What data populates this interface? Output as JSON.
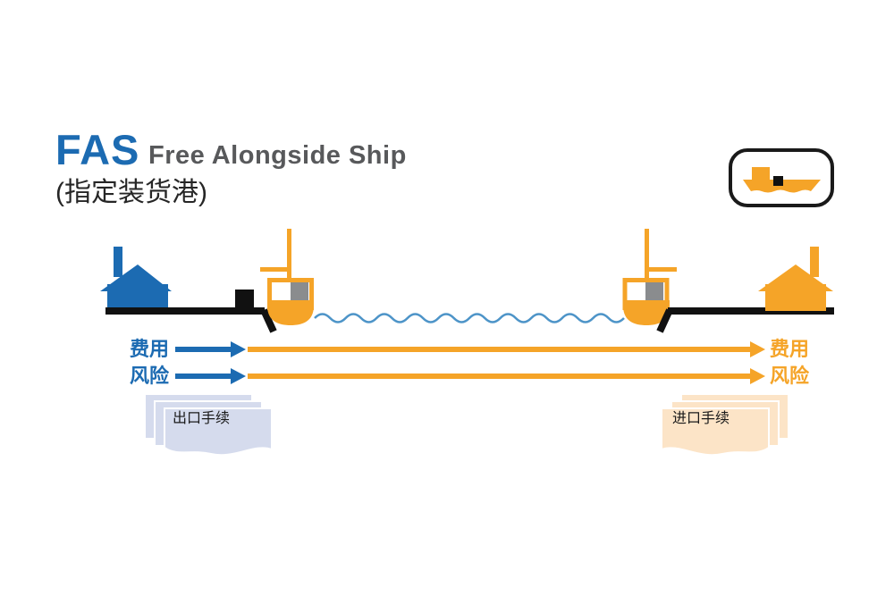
{
  "colors": {
    "blue": "#1C6BB2",
    "orange": "#F5A428",
    "title_gray": "#58595B",
    "ink": "#1A1A1A",
    "container_gray": "#8A8C8E",
    "water_blue": "#4D94C8",
    "doc_blue": "#D5DBED",
    "doc_orange": "#FCE4C7"
  },
  "header": {
    "abbr": "FAS",
    "title": "Free Alongside Ship",
    "subtitle": "(指定装货港)"
  },
  "badge": {
    "icon": "cargo-ship-icon"
  },
  "flows": [
    {
      "id": "cost",
      "left_label": "费用",
      "right_label": "费用"
    },
    {
      "id": "risk",
      "left_label": "风险",
      "right_label": "风险"
    }
  ],
  "documents": {
    "export_label": "出口手续",
    "import_label": "进口手续"
  },
  "icons": {
    "left_building": "seller-factory-icon",
    "right_building": "buyer-factory-icon",
    "left_ship": "ship-at-loading-port-icon",
    "right_ship": "ship-at-destination-port-icon",
    "cargo": "cargo-box-icon",
    "water": "water-wave-line",
    "badge": "cargo-ship-icon"
  }
}
